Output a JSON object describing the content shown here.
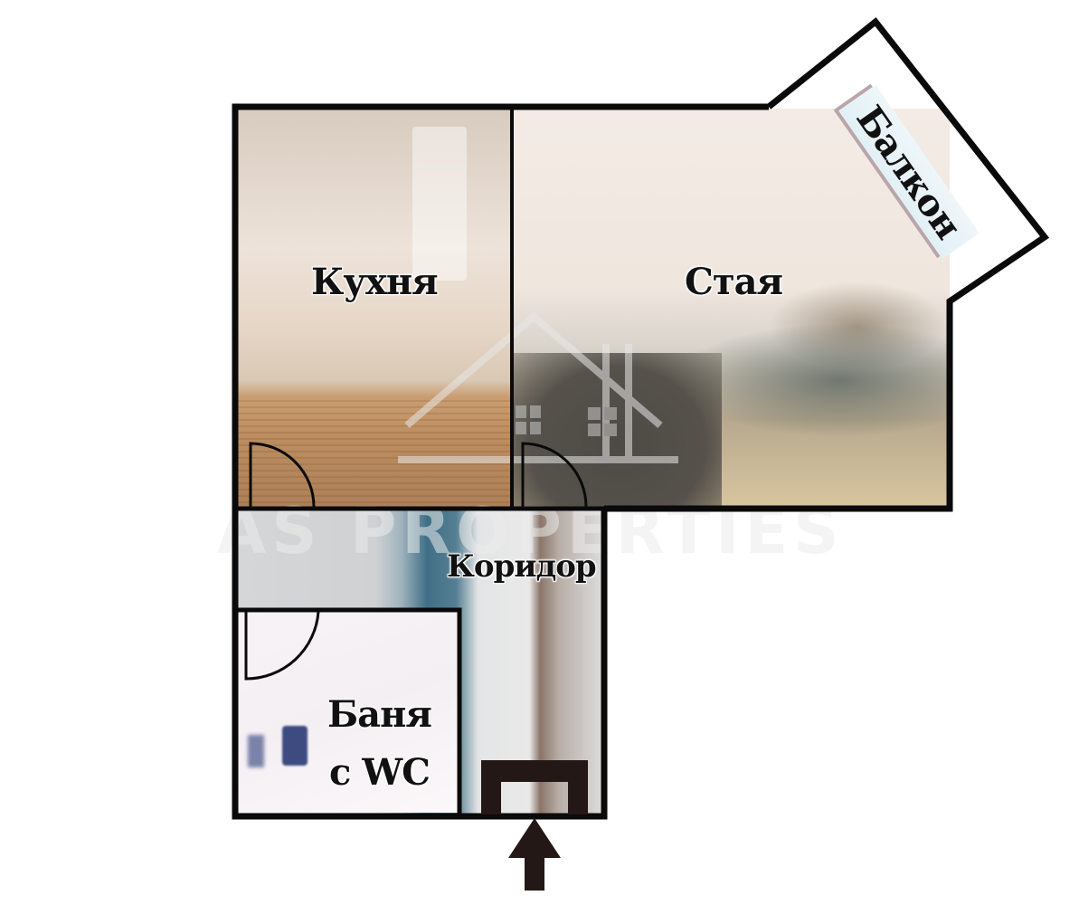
{
  "plan": {
    "rooms": {
      "kitchen": {
        "label": "Кухня"
      },
      "living_room": {
        "label": "Стая"
      },
      "balcony": {
        "label": "Балкон"
      },
      "corridor": {
        "label": "Коридор"
      },
      "bathroom": {
        "label_line1": "Баня",
        "label_line2": "с WC"
      }
    },
    "entrance": {
      "icon": "arrow-up-icon"
    },
    "watermark": {
      "text": "AS PROPERTIES",
      "icon": "house-logo-icon"
    }
  },
  "colors": {
    "wall": "#0a0a0a",
    "entrance_arrow": "#231815",
    "balcony_tag_bg": "#e6f3f7"
  }
}
